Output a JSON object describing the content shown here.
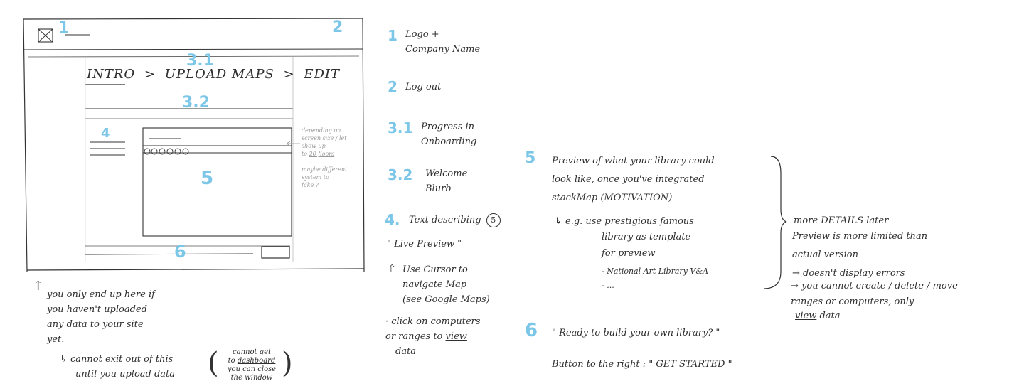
{
  "wireframe": {
    "labels": {
      "n1": "1",
      "n2": "2",
      "n31": "3.1",
      "n32": "3.2",
      "n4": "4",
      "n5": "5",
      "n6": "6"
    },
    "breadcrumb": {
      "intro": "INTRO",
      "sep1": ">",
      "upload": "UPLOAD MAPS",
      "sep2": ">",
      "edit": "EDIT"
    },
    "side_note": {
      "line1": "depending on",
      "line2": "screen size / let",
      "line3": "show up",
      "line4": "to",
      "line4_ul": "20 floors",
      "arrow": "↓",
      "line5": "maybe different",
      "line6": "system to",
      "line7": "fake ?"
    }
  },
  "below_note": {
    "arrow": "↑",
    "line1": "you only end up here if",
    "line2": "you haven't uploaded",
    "line3": "any data to your site",
    "line4": "yet.",
    "line5": "↳ cannot exit out of this",
    "line6": "until you upload data",
    "paren1": "cannot get",
    "paren2_a": "to",
    "paren2_ul": "dashboard",
    "paren3_a": "you",
    "paren3_ul": "can close",
    "paren4": "the window"
  },
  "legend": {
    "i1": {
      "num": "1",
      "text": "Logo +\nCompany Name"
    },
    "i2": {
      "num": "2",
      "text": "Log out"
    },
    "i31": {
      "num": "3.1",
      "text": "Progress in\nOnboarding"
    },
    "i32": {
      "num": "3.2",
      "text": "Welcome\nBlurb"
    },
    "i4": {
      "num": "4.",
      "text": "Text describing",
      "circle": "5"
    },
    "live": "\" Live Preview \"",
    "cursor_icon": "⇧",
    "cursor_text": "Use Cursor to\nnavigate Map\n(see Google Maps)",
    "click_a": "· click on computers\nor ranges to",
    "click_ul": "view",
    "click_b": "data"
  },
  "section5": {
    "num": "5",
    "text": "Preview of what your library could\nlook like, once you've integrated\nstackMap (MOTIVATION)",
    "eg": "↳ e.g.  use prestigious famous",
    "eg2": "library as template\nfor preview",
    "eg3": "- National Art Library V&A\n- ..."
  },
  "details": {
    "line1": "more DETAILS later",
    "line2": "Preview is more limited than\nactual version",
    "line3": "→ doesn't display errors",
    "line4": "→ you cannot create / delete / move\nranges or computers, only",
    "line5_ul": "view",
    "line5_b": "data"
  },
  "section6": {
    "num": "6",
    "text": "\" Ready to build your own library? \"",
    "button_note": "Button to the right : \" GET STARTED \""
  }
}
